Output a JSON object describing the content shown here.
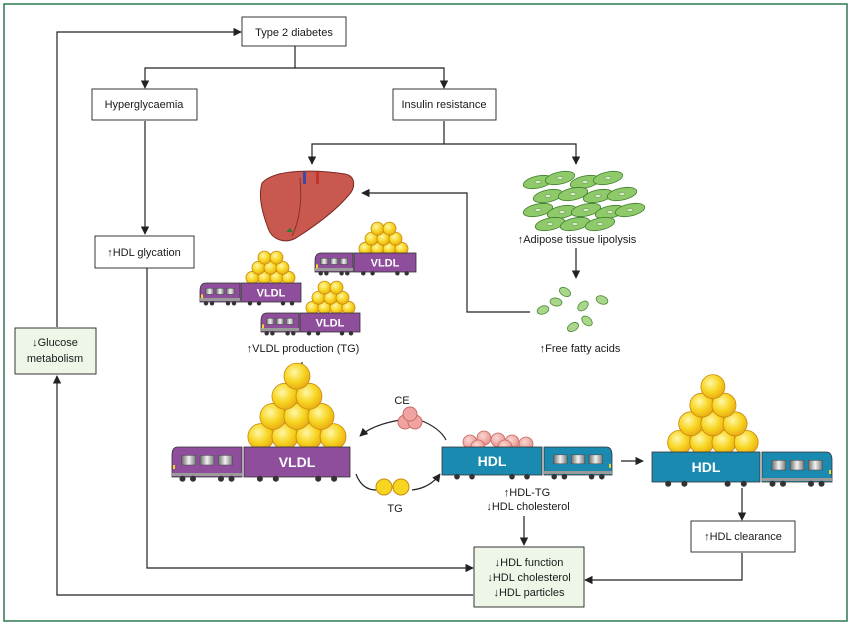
{
  "colors": {
    "frame": "#2d7a52",
    "vldl": "#8e4e9c",
    "hdl": "#1a8ab0",
    "lipid": "#f7d521",
    "ce_particles": "#f0a3a0",
    "adipocyte": "#8fca6a",
    "ffa": "#a9d68b",
    "liver": "#c9594e",
    "green_box": "#eef6e8"
  },
  "nodes": {
    "type2": "Type 2 diabetes",
    "hyperglycaemia": "Hyperglycaemia",
    "insulin_resistance": "Insulin resistance",
    "hdl_glycation": "↑HDL glycation",
    "glucose_line1": "↓Glucose",
    "glucose_line2": "metabolism",
    "adipose": "↑Adipose tissue lipolysis",
    "ffa": "↑Free fatty acids",
    "vldl_production": "↑VLDL production (TG)",
    "ce": "CE",
    "tg": "TG",
    "hdl_tg": "↑HDL-TG",
    "hdl_chol_low": "↓HDL cholesterol",
    "hdl_clearance": "↑HDL clearance",
    "outcome_1": "↓HDL function",
    "outcome_2": "↓HDL cholesterol",
    "outcome_3": "↓HDL particles"
  },
  "trains": {
    "vldl_label": "VLDL",
    "hdl_label": "HDL"
  },
  "icons": [
    "liver-icon",
    "adipose-cells-icon",
    "free-fatty-acid-icon",
    "vldl-train-icon",
    "hdl-train-icon"
  ]
}
